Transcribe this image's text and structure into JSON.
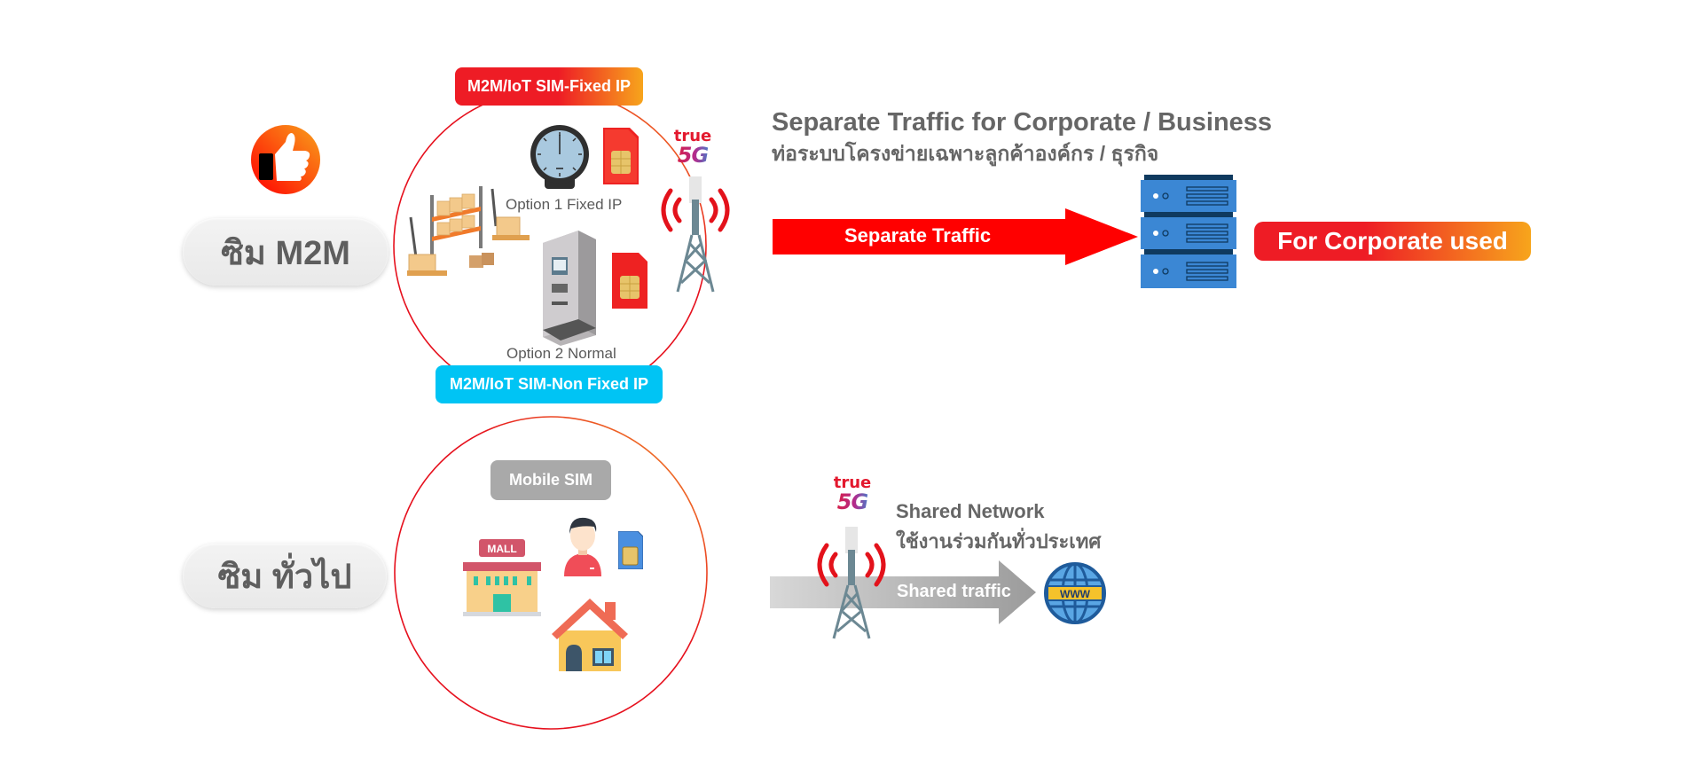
{
  "rows": {
    "m2m": {
      "pill_label": "ซิม M2M",
      "top_tag": "M2M/IoT SIM-Fixed IP",
      "bottom_tag": "M2M/IoT SIM-Non Fixed IP",
      "option1": "Option 1 Fixed IP",
      "option2": "Option 2 Normal",
      "logo_top": "true",
      "logo_bottom": "5G",
      "headline_en": "Separate Traffic for Corporate / Business",
      "headline_th": "ท่อระบบโครงข่ายเฉพาะลูกค้าองค์กร / ธุรกิจ",
      "arrow_label": "Separate Traffic",
      "badge_label": "For Corporate used",
      "icons": [
        "thumbs-up-icon",
        "gauge-icon",
        "sim-card-icon",
        "warehouse-icon",
        "atm-icon",
        "cell-tower-icon",
        "server-icon"
      ]
    },
    "general": {
      "pill_label": "ซิม ทั่วไป",
      "tag": "Mobile SIM",
      "mall_sign": "MALL",
      "logo_top": "true",
      "logo_bottom": "5G",
      "headline_en": "Shared Network",
      "headline_th": "ใช้งานร่วมกันทั่วประเทศ",
      "arrow_label": "Shared traffic",
      "globe_label": "WWW",
      "icons": [
        "mall-icon",
        "person-icon",
        "sim-card-icon",
        "house-icon",
        "cell-tower-icon",
        "globe-icon"
      ]
    }
  },
  "colors": {
    "brand_red": "#ee1c25",
    "brand_orange": "#f7a51c",
    "cyan": "#00c4f4",
    "gray_tag": "#a9a9a9",
    "server_blue": "#3b87d4",
    "server_dark": "#0f3a5f"
  }
}
